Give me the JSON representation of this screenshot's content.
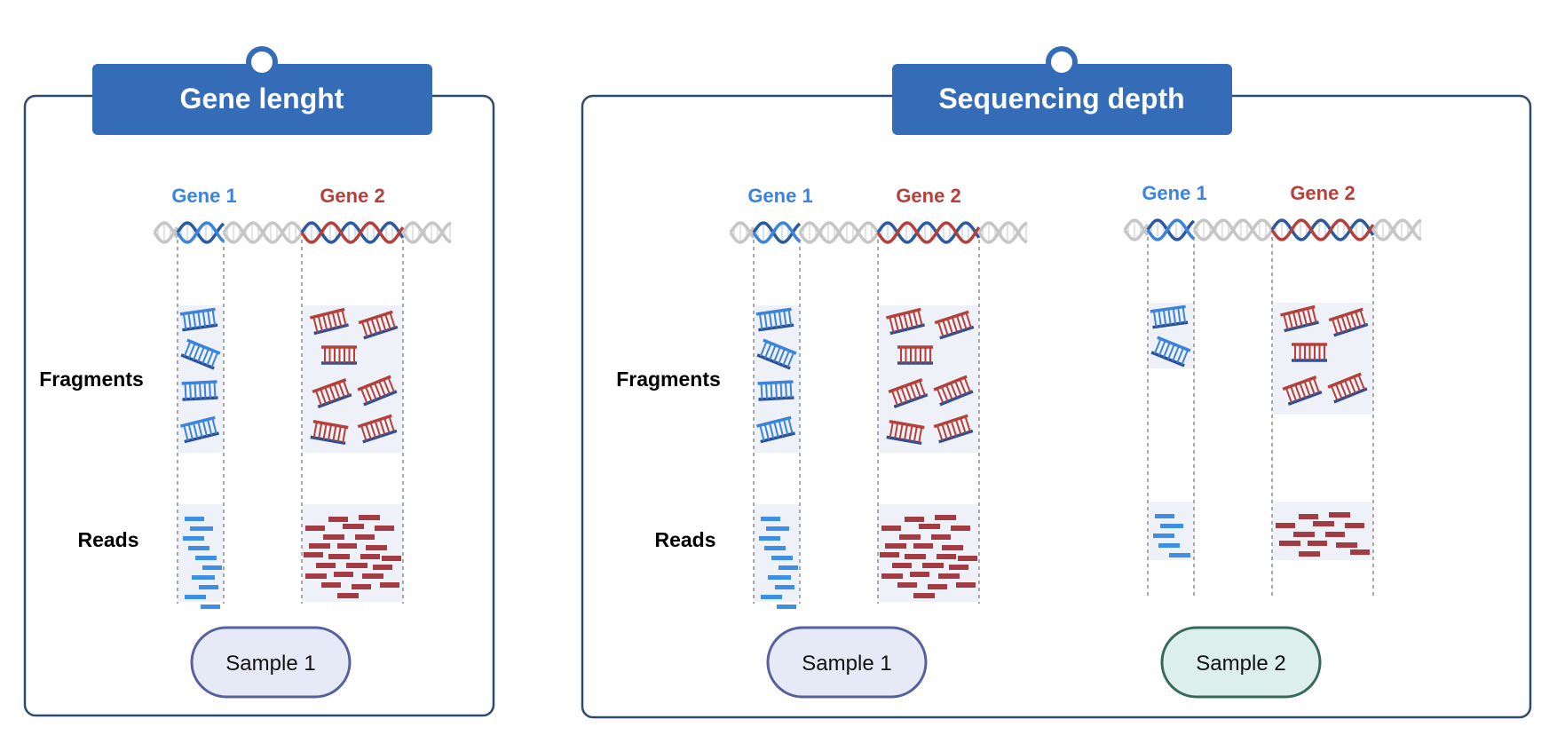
{
  "colors": {
    "header_blue": "#356cb8",
    "panel_border": "#2f4a6e",
    "gene1_blue": "#3b83dc",
    "gene2_red": "#b5403a",
    "dna_gray": "#c6c6c6",
    "dna_dark_blue": "#2c5aa0",
    "read_blue": "#3d8fe6",
    "read_red": "#a33b42",
    "column_bg": "#eef2f8",
    "sample1_fill": "#e6eaf7",
    "sample1_stroke": "#56609e",
    "sample2_fill": "#dcefea",
    "sample2_stroke": "#356a58"
  },
  "panels": [
    {
      "title": "Gene lenght",
      "row_labels": {
        "fragments": "Fragments",
        "reads": "Reads"
      },
      "samples": [
        {
          "gene1_label": "Gene 1",
          "gene2_label": "Gene 2",
          "sample_label": "Sample 1",
          "sample_style": "sample1",
          "gene1_fragments": 4,
          "gene2_fragments": 7,
          "gene1_reads": 10,
          "gene2_reads": 24
        }
      ]
    },
    {
      "title": "Sequencing depth",
      "row_labels": {
        "fragments": "Fragments",
        "reads": "Reads"
      },
      "samples": [
        {
          "gene1_label": "Gene 1",
          "gene2_label": "Gene 2",
          "sample_label": "Sample 1",
          "sample_style": "sample1",
          "gene1_fragments": 4,
          "gene2_fragments": 7,
          "gene1_reads": 10,
          "gene2_reads": 24
        },
        {
          "gene1_label": "Gene 1",
          "gene2_label": "Gene 2",
          "sample_label": "Sample 2",
          "sample_style": "sample2",
          "gene1_fragments": 2,
          "gene2_fragments": 5,
          "gene1_reads": 5,
          "gene2_reads": 12
        }
      ]
    }
  ]
}
